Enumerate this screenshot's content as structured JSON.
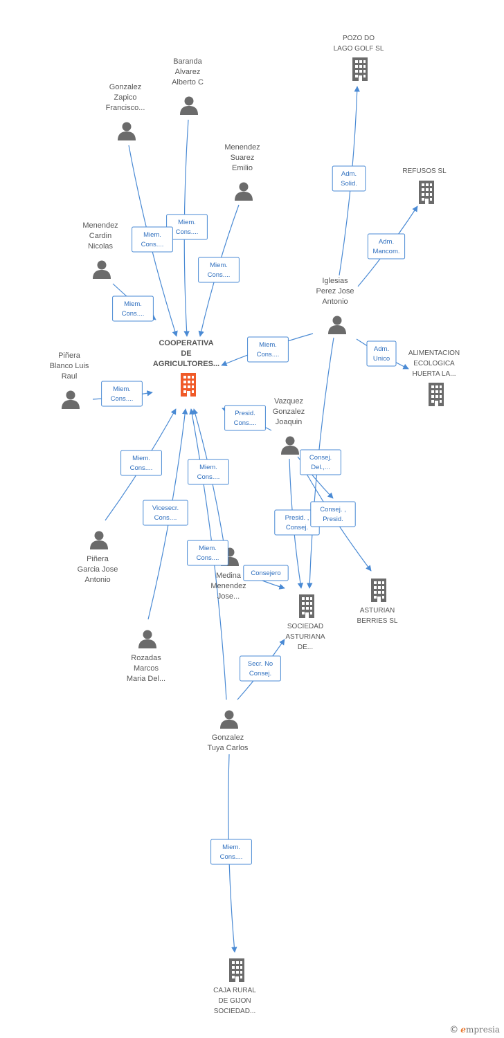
{
  "colors": {
    "edge": "#4a8ad4",
    "person": "#6b6b6b",
    "company": "#6b6b6b",
    "main_company": "#f05a28"
  },
  "nodes": [
    {
      "id": "coop",
      "type": "company",
      "main": true,
      "lines": [
        "COOPERATIVA",
        "DE",
        "AGRICULTORES..."
      ]
    },
    {
      "id": "pozo",
      "type": "company",
      "lines": [
        "POZO DO",
        "LAGO GOLF SL"
      ]
    },
    {
      "id": "refusos",
      "type": "company",
      "lines": [
        "REFUSOS SL"
      ]
    },
    {
      "id": "alimentacion",
      "type": "company",
      "lines": [
        "ALIMENTACION",
        "ECOLOGICA",
        "HUERTA LA..."
      ]
    },
    {
      "id": "asturian",
      "type": "company",
      "lines": [
        "ASTURIAN",
        "BERRIES SL"
      ]
    },
    {
      "id": "sociedad",
      "type": "company",
      "lines": [
        "SOCIEDAD",
        "ASTURIANA",
        "DE..."
      ]
    },
    {
      "id": "caja",
      "type": "company",
      "lines": [
        "CAJA RURAL",
        "DE GIJON",
        "SOCIEDAD..."
      ]
    },
    {
      "id": "baranda",
      "type": "person",
      "lines": [
        "Baranda",
        "Alvarez",
        "Alberto C"
      ]
    },
    {
      "id": "gonzalez_zapico",
      "type": "person",
      "lines": [
        "Gonzalez",
        "Zapico",
        "Francisco..."
      ]
    },
    {
      "id": "menendez_suarez",
      "type": "person",
      "lines": [
        "Menendez",
        "Suarez",
        "Emilio"
      ]
    },
    {
      "id": "menendez_cardin",
      "type": "person",
      "lines": [
        "Menendez",
        "Cardin",
        "Nicolas"
      ]
    },
    {
      "id": "iglesias",
      "type": "person",
      "lines": [
        "Iglesias",
        "Perez Jose",
        "Antonio"
      ]
    },
    {
      "id": "pinera_blanco",
      "type": "person",
      "lines": [
        "Piñera",
        "Blanco Luis",
        "Raul"
      ]
    },
    {
      "id": "vazquez",
      "type": "person",
      "lines": [
        "Vazquez",
        "Gonzalez",
        "Joaquin"
      ]
    },
    {
      "id": "pinera_garcia",
      "type": "person",
      "lines": [
        "Piñera",
        "Garcia Jose",
        "Antonio"
      ]
    },
    {
      "id": "medina",
      "type": "person",
      "lines": [
        "Medina",
        "Menendez",
        "Jose..."
      ]
    },
    {
      "id": "rozadas",
      "type": "person",
      "lines": [
        "Rozadas",
        "Marcos",
        "Maria Del..."
      ]
    },
    {
      "id": "gonzalez_tuya",
      "type": "person",
      "lines": [
        "Gonzalez",
        "Tuya Carlos"
      ]
    }
  ],
  "edges": [
    {
      "from": "baranda",
      "to": "coop",
      "label": [
        "Miem.",
        "Cons...."
      ]
    },
    {
      "from": "gonzalez_zapico",
      "to": "coop",
      "label": [
        "Miem.",
        "Cons...."
      ]
    },
    {
      "from": "menendez_suarez",
      "to": "coop",
      "label": [
        "Miem.",
        "Cons...."
      ]
    },
    {
      "from": "menendez_cardin",
      "to": "coop",
      "label": [
        "Miem.",
        "Cons...."
      ]
    },
    {
      "from": "iglesias",
      "to": "coop",
      "label": [
        "Miem.",
        "Cons...."
      ]
    },
    {
      "from": "iglesias",
      "to": "pozo",
      "label": [
        "Adm.",
        "Solid."
      ]
    },
    {
      "from": "iglesias",
      "to": "refusos",
      "label": [
        "Adm.",
        "Mancom."
      ]
    },
    {
      "from": "iglesias",
      "to": "alimentacion",
      "label": [
        "Adm.",
        "Unico"
      ]
    },
    {
      "from": "iglesias",
      "to": "sociedad",
      "label": []
    },
    {
      "from": "pinera_blanco",
      "to": "coop",
      "label": [
        "Miem.",
        "Cons...."
      ]
    },
    {
      "from": "vazquez",
      "to": "coop",
      "label": [
        "Presid.",
        "Cons...."
      ]
    },
    {
      "from": "vazquez",
      "to": "asturian",
      "label": [
        "Consej.",
        "Del.,..."
      ]
    },
    {
      "from": "vazquez",
      "to": "sociedad",
      "label": [
        "Presid. ,",
        "Consej."
      ]
    },
    {
      "from": "vazquez",
      "to": "asturian",
      "label": [
        "Consej. ,",
        "Presid."
      ]
    },
    {
      "from": "pinera_garcia",
      "to": "coop",
      "label": [
        "Miem.",
        "Cons...."
      ]
    },
    {
      "from": "medina",
      "to": "coop",
      "label": [
        "Miem.",
        "Cons...."
      ]
    },
    {
      "from": "medina",
      "to": "sociedad",
      "label": [
        "Consejero"
      ]
    },
    {
      "from": "rozadas",
      "to": "coop",
      "label": [
        "Vicesecr.",
        "Cons...."
      ]
    },
    {
      "from": "gonzalez_tuya",
      "to": "coop",
      "label": [
        "Miem.",
        "Cons...."
      ]
    },
    {
      "from": "gonzalez_tuya",
      "to": "sociedad",
      "label": [
        "Secr. No",
        "Consej."
      ]
    },
    {
      "from": "gonzalez_tuya",
      "to": "caja",
      "label": [
        "Miem.",
        "Cons...."
      ]
    }
  ],
  "footer": {
    "copyright": "©",
    "brand_initial": "e",
    "brand_rest": "mpresia"
  }
}
